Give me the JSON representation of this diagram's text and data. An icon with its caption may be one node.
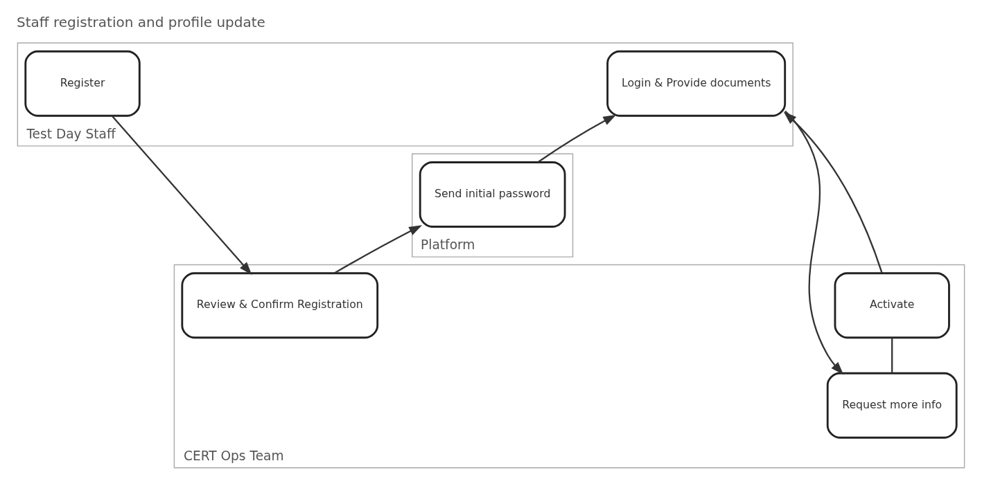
{
  "diagram": {
    "title": "Staff registration and profile update",
    "nodes": [
      {
        "text": [
          "CERT Ops Team"
        ]
      },
      {
        "text": [
          "Test Day Staff"
        ]
      },
      {
        "text": [
          "Platform"
        ]
      },
      {
        "text": [
          "Register"
        ],
        "in": 1
      },
      {
        "text": [
          "Review & Confirm Registration"
        ],
        "in": 0
      },
      {
        "text": [
          "Send initial password"
        ],
        "in": 2
      },
      {
        "text": [
          "Login & Provide documents"
        ],
        "in": 1
      },
      {
        "text": [
          "Request more info"
        ],
        "in": 0
      },
      {
        "text": [
          "Activate"
        ],
        "in": 0
      }
    ],
    "edges": [
      {
        "from": 3,
        "to": 4,
        "arrow": "to"
      },
      {
        "from": 4,
        "to": 5,
        "arrow": "to"
      },
      {
        "from": 5,
        "to": 6,
        "arrow": "to"
      },
      {
        "from": 6,
        "to": 7,
        "arrow": "to"
      },
      {
        "from": 7,
        "to": 8,
        "arrow": "none"
      },
      {
        "from": 8,
        "to": 6,
        "arrow": "to"
      }
    ]
  }
}
